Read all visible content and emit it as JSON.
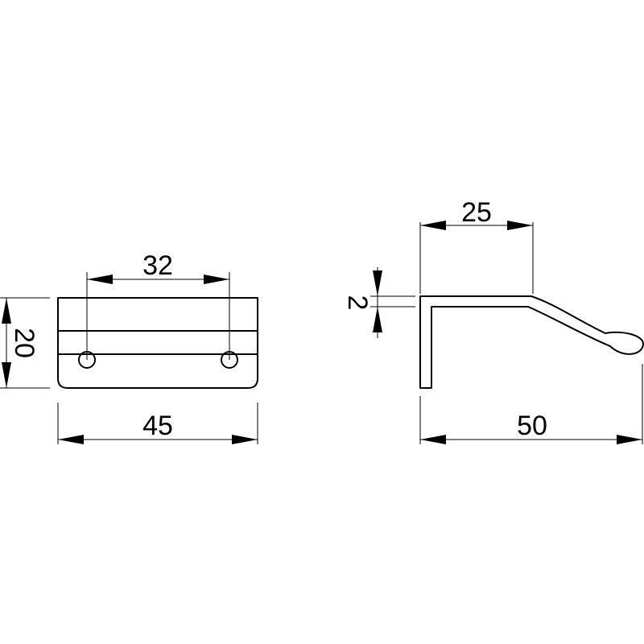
{
  "drawing": {
    "front_view": {
      "hole_spacing": "32",
      "width": "45",
      "height": "20"
    },
    "side_view": {
      "top_length": "25",
      "thickness": "2",
      "depth": "50"
    },
    "colors": {
      "line": "#000000",
      "background": "#ffffff"
    }
  }
}
